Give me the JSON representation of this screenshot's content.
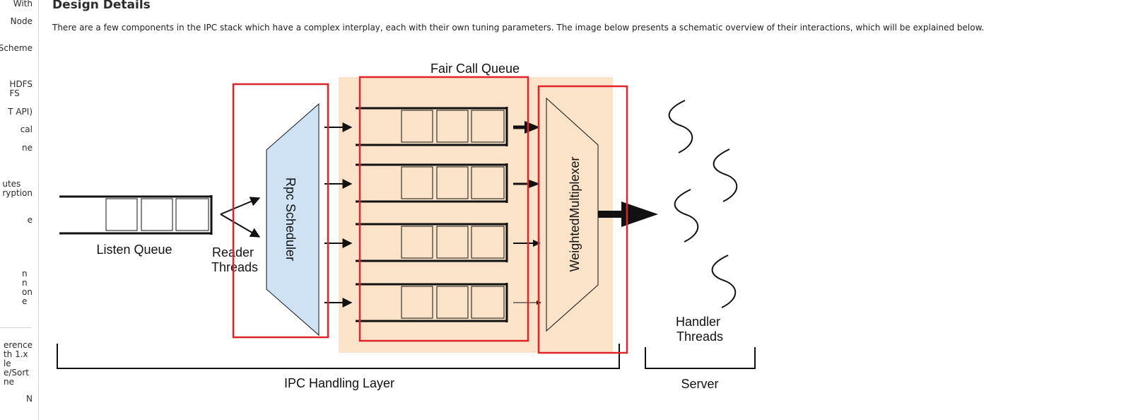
{
  "sidebar": {
    "items": [
      {
        "lines": [
          "With"
        ]
      },
      {
        "lines": [
          "Node"
        ]
      },
      {
        "lines": [
          "Scheme"
        ]
      },
      {
        "lines": [
          "HDFS",
          "FS"
        ]
      },
      {
        "lines": [
          "T API)"
        ]
      },
      {
        "lines": [
          "cal"
        ]
      },
      {
        "lines": [
          "ne"
        ]
      },
      {
        "lines": [
          "utes",
          "ryption"
        ]
      },
      {
        "lines": [
          "e"
        ]
      },
      {
        "lines": [
          "n",
          "n",
          "on",
          "e"
        ]
      },
      {
        "lines": [
          "erence",
          "th 1.x",
          "le",
          "e/Sort",
          "ne"
        ]
      },
      {
        "lines": [
          "N"
        ]
      }
    ]
  },
  "page": {
    "title": "Design Details",
    "description": "There are a few components in the IPC stack which have a complex interplay, each with their own tuning parameters. The image below presents a schematic overview of their interactions, which will be explained below."
  },
  "diagram": {
    "listen_queue": "Listen Queue",
    "reader_threads": [
      "Reader",
      "Threads"
    ],
    "rpc_scheduler": "Rpc Scheduler",
    "fair_call_queue": "Fair Call Queue",
    "weighted_multiplexer": "WeightedMultiplexer",
    "handler_threads": [
      "Handler",
      "Threads"
    ],
    "ipc_handling_layer": "IPC Handling Layer",
    "server": "Server",
    "colors": {
      "highlight_box": "#e0242b",
      "fair_queue_bg": "#fbe3c9",
      "scheduler_fill": "#cfe2f3"
    }
  }
}
